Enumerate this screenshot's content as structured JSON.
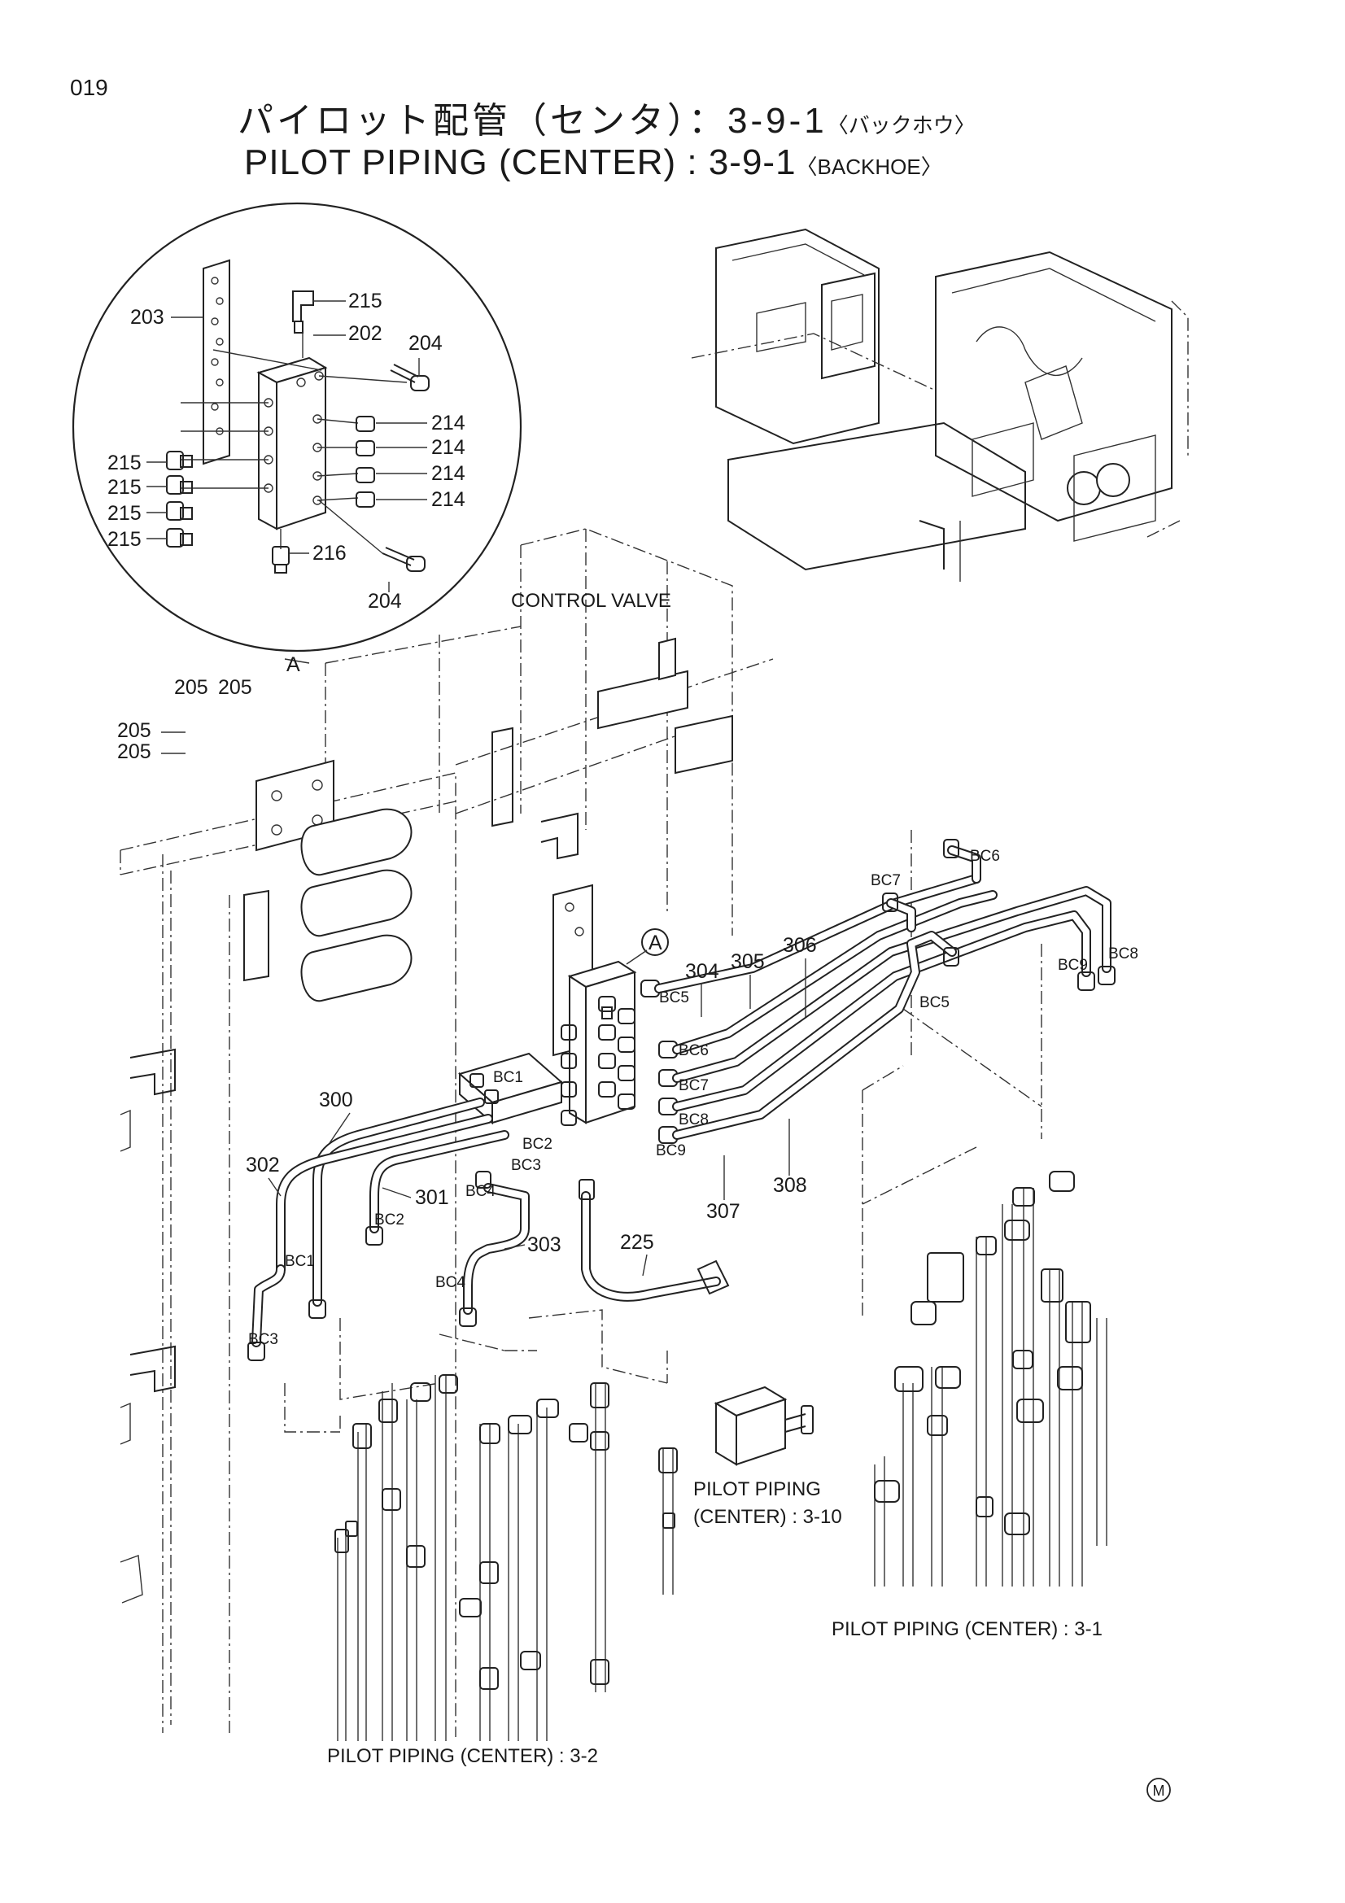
{
  "page_number": "019",
  "title": {
    "jp_main": "パイロット配管（センタ）：3-9-1",
    "jp_sub": "〈バックホウ〉",
    "en_main": "PILOT PIPING (CENTER) : 3-9-1",
    "en_sub": "〈BACKHOE〉"
  },
  "detail": {
    "marker_letter": "A",
    "callouts": [
      "203",
      "215",
      "202",
      "204",
      "214",
      "214",
      "214",
      "214",
      "215",
      "215",
      "215",
      "215",
      "216",
      "204"
    ]
  },
  "main_callouts": [
    "205",
    "205",
    "205",
    "205",
    "300",
    "302",
    "301",
    "303",
    "225",
    "304",
    "305",
    "306",
    "307",
    "308"
  ],
  "bc_labels": [
    "BC5",
    "BC6",
    "BC7",
    "BC8",
    "BC9",
    "BC1",
    "BC2",
    "BC3",
    "BC4",
    "BC6",
    "BC7",
    "BC9",
    "BC8",
    "BC5",
    "BC1",
    "BC2",
    "BC3",
    "BC4"
  ],
  "references": {
    "control_valve": "CONTROL VALVE",
    "pilot_3_10_line1": "PILOT PIPING",
    "pilot_3_10_line2": "(CENTER) : 3-10",
    "pilot_3_1": "PILOT PIPING (CENTER) : 3-1",
    "pilot_3_2": "PILOT PIPING (CENTER) : 3-2",
    "detail_ref": "A"
  },
  "mark": "M"
}
